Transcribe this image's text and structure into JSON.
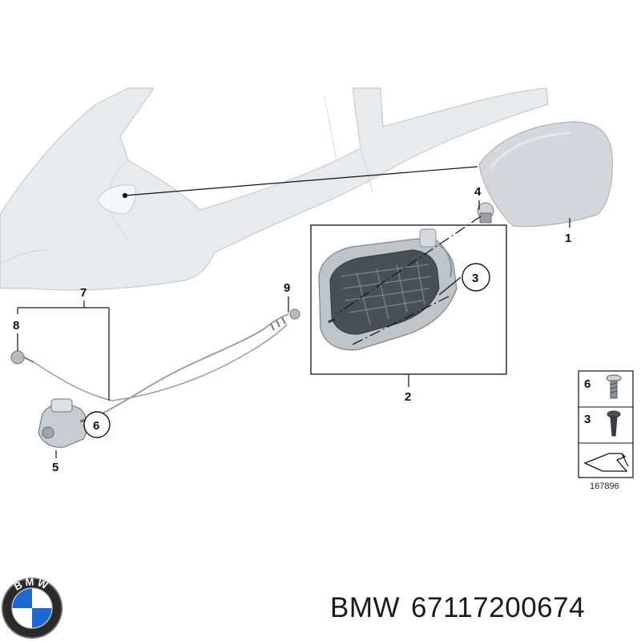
{
  "callouts": {
    "c1": "1",
    "c2": "2",
    "c3": "3",
    "c4": "4",
    "c5": "5",
    "c6": "6",
    "c7": "7",
    "c8": "8",
    "c9": "9"
  },
  "legend": {
    "row1_label": "6",
    "row2_label": "3",
    "drawing_number": "167896"
  },
  "caption": {
    "brand": "BMW",
    "part_number": "67117200674"
  },
  "logo": {
    "text": "BMW"
  },
  "colors": {
    "panel": "#e8ebee",
    "panel_stroke": "#c6cbd0",
    "lid": "#d4d8dc",
    "dark_part": "#4a4f56",
    "line": "#111111",
    "logo_blue": "#1c69d4",
    "logo_ring": "#111111"
  }
}
